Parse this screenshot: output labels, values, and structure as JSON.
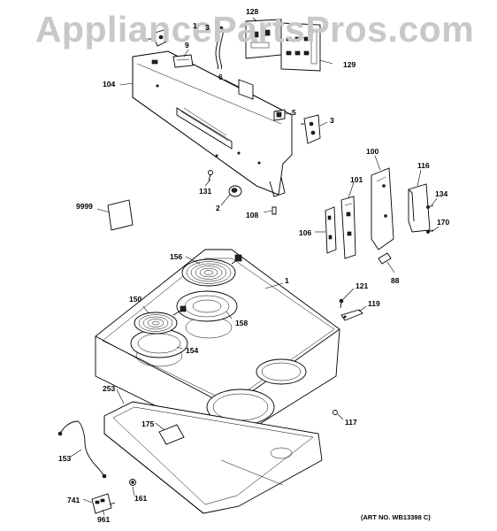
{
  "watermark": "AppliancePartsPros.com",
  "art_number": "(ART NO. WB13398 C)",
  "callouts": [
    {
      "id": "c-128",
      "label": "128"
    },
    {
      "id": "c-129",
      "label": "129"
    },
    {
      "id": "c-1-top",
      "label": "1"
    },
    {
      "id": "c-3-top",
      "label": "3"
    },
    {
      "id": "c-9",
      "label": "9"
    },
    {
      "id": "c-104",
      "label": "104"
    },
    {
      "id": "c-6",
      "label": "6"
    },
    {
      "id": "c-5",
      "label": "5"
    },
    {
      "id": "c-3",
      "label": "3"
    },
    {
      "id": "c-131",
      "label": "131"
    },
    {
      "id": "c-2",
      "label": "2"
    },
    {
      "id": "c-108",
      "label": "108"
    },
    {
      "id": "c-9999",
      "label": "9999"
    },
    {
      "id": "c-100",
      "label": "100"
    },
    {
      "id": "c-116",
      "label": "116"
    },
    {
      "id": "c-101",
      "label": "101"
    },
    {
      "id": "c-134",
      "label": "134"
    },
    {
      "id": "c-170",
      "label": "170"
    },
    {
      "id": "c-106",
      "label": "106"
    },
    {
      "id": "c-88",
      "label": "88"
    },
    {
      "id": "c-156",
      "label": "156"
    },
    {
      "id": "c-1",
      "label": "1"
    },
    {
      "id": "c-121",
      "label": "121"
    },
    {
      "id": "c-119",
      "label": "119"
    },
    {
      "id": "c-150",
      "label": "150"
    },
    {
      "id": "c-158",
      "label": "158"
    },
    {
      "id": "c-154",
      "label": "154"
    },
    {
      "id": "c-253",
      "label": "253"
    },
    {
      "id": "c-175",
      "label": "175"
    },
    {
      "id": "c-117",
      "label": "117"
    },
    {
      "id": "c-153",
      "label": "153"
    },
    {
      "id": "c-741",
      "label": "741"
    },
    {
      "id": "c-161",
      "label": "161"
    },
    {
      "id": "c-961",
      "label": "961"
    }
  ]
}
